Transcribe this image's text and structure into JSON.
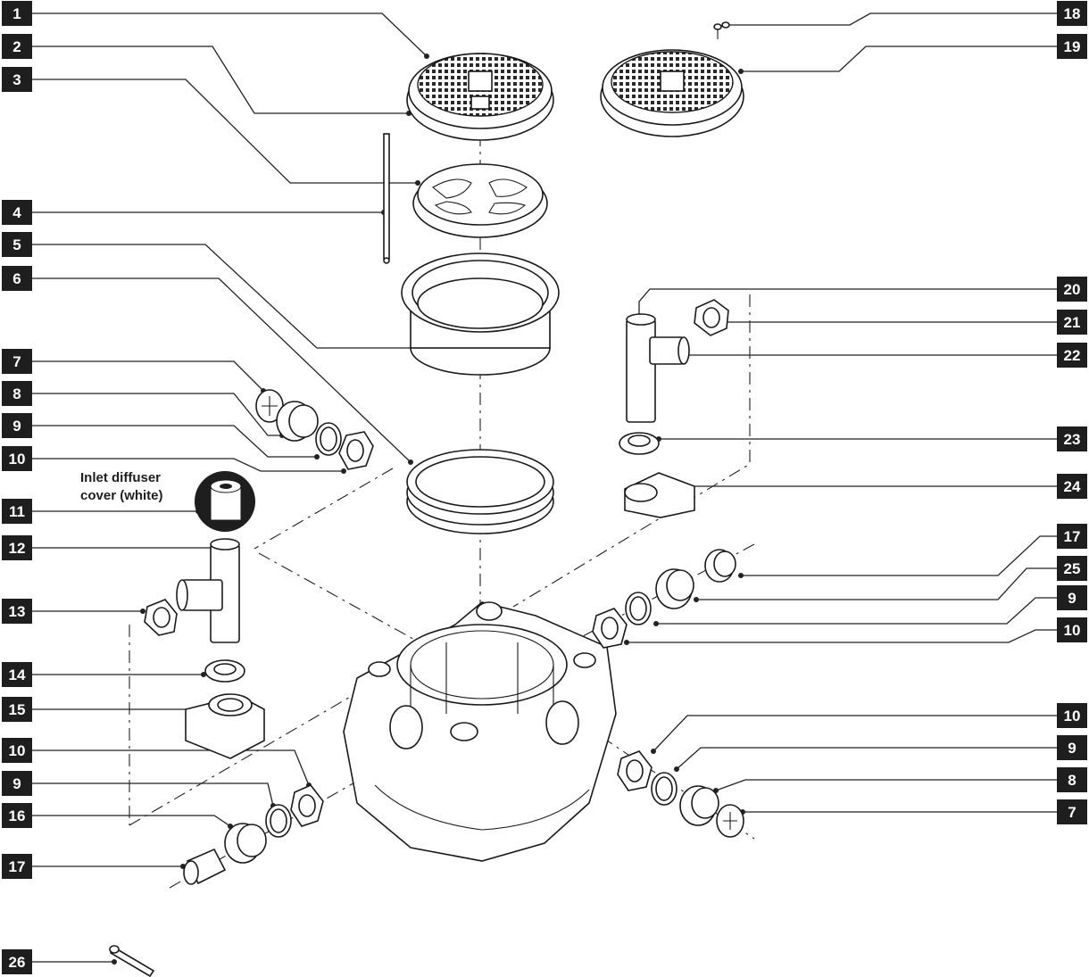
{
  "colors": {
    "badge": "#1e1e1e",
    "badge_text": "#ffffff",
    "line": "#222222"
  },
  "note": {
    "line1": "Inlet diffuser",
    "line2": "cover (white)"
  },
  "callouts_left": [
    {
      "label": "1"
    },
    {
      "label": "2"
    },
    {
      "label": "3"
    },
    {
      "label": "4"
    },
    {
      "label": "5"
    },
    {
      "label": "6"
    },
    {
      "label": "7"
    },
    {
      "label": "8"
    },
    {
      "label": "9"
    },
    {
      "label": "10"
    },
    {
      "label": "11"
    },
    {
      "label": "12"
    },
    {
      "label": "13"
    },
    {
      "label": "14"
    },
    {
      "label": "15"
    },
    {
      "label": "10"
    },
    {
      "label": "9"
    },
    {
      "label": "16"
    },
    {
      "label": "17"
    },
    {
      "label": "26"
    }
  ],
  "callouts_right": [
    {
      "label": "18"
    },
    {
      "label": "19"
    },
    {
      "label": "20"
    },
    {
      "label": "21"
    },
    {
      "label": "22"
    },
    {
      "label": "23"
    },
    {
      "label": "24"
    },
    {
      "label": "17"
    },
    {
      "label": "25"
    },
    {
      "label": "9"
    },
    {
      "label": "10"
    },
    {
      "label": "10"
    },
    {
      "label": "9"
    },
    {
      "label": "8"
    },
    {
      "label": "7"
    }
  ]
}
